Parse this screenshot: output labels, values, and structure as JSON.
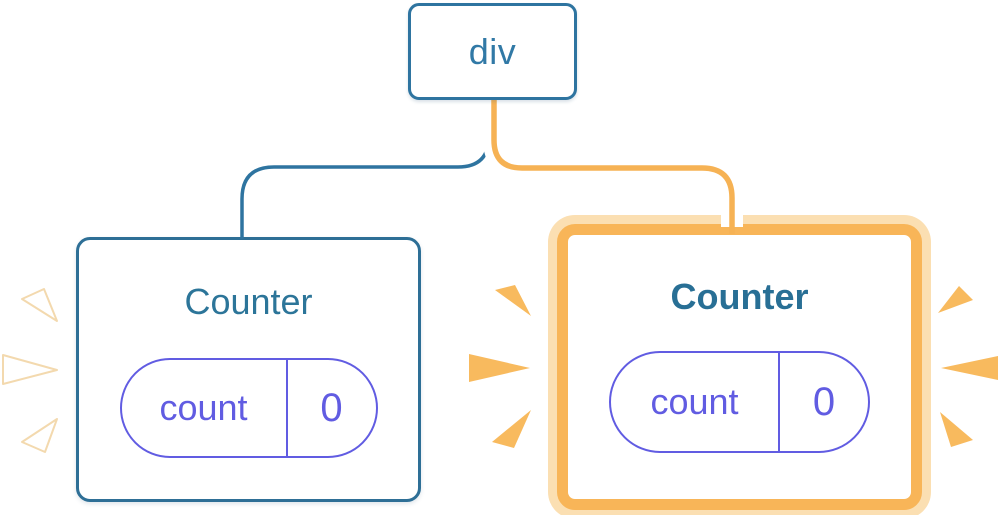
{
  "figure": {
    "description": "React component tree diagram: a div root with two Counter children; the second Counter is highlighted as updated",
    "root_node": {
      "label": "div"
    },
    "children": [
      {
        "title": "Counter",
        "state": {
          "key": "count",
          "value": "0"
        },
        "highlighted": false
      },
      {
        "title": "Counter",
        "state": {
          "key": "count",
          "value": "0"
        },
        "highlighted": true
      }
    ]
  },
  "colors": {
    "tree_blue": "#2e74a0",
    "node_text_blue": "#3179a6",
    "title_blue": "#2c7599",
    "state_purple": "#615ce2",
    "highlight_border_orange": "#f8b558",
    "highlight_glow": "#fbdfb2",
    "connector_core_orange": "#f6b254",
    "connector_casing": "#ffffff",
    "burst_orange": "#f8ba5e",
    "burst_white": "#ffffff"
  },
  "icons": {
    "left_bursts": "burst-icon (white, faded — previous render flash)",
    "right_bursts": "burst-icon (orange — highlighted render flash)"
  }
}
